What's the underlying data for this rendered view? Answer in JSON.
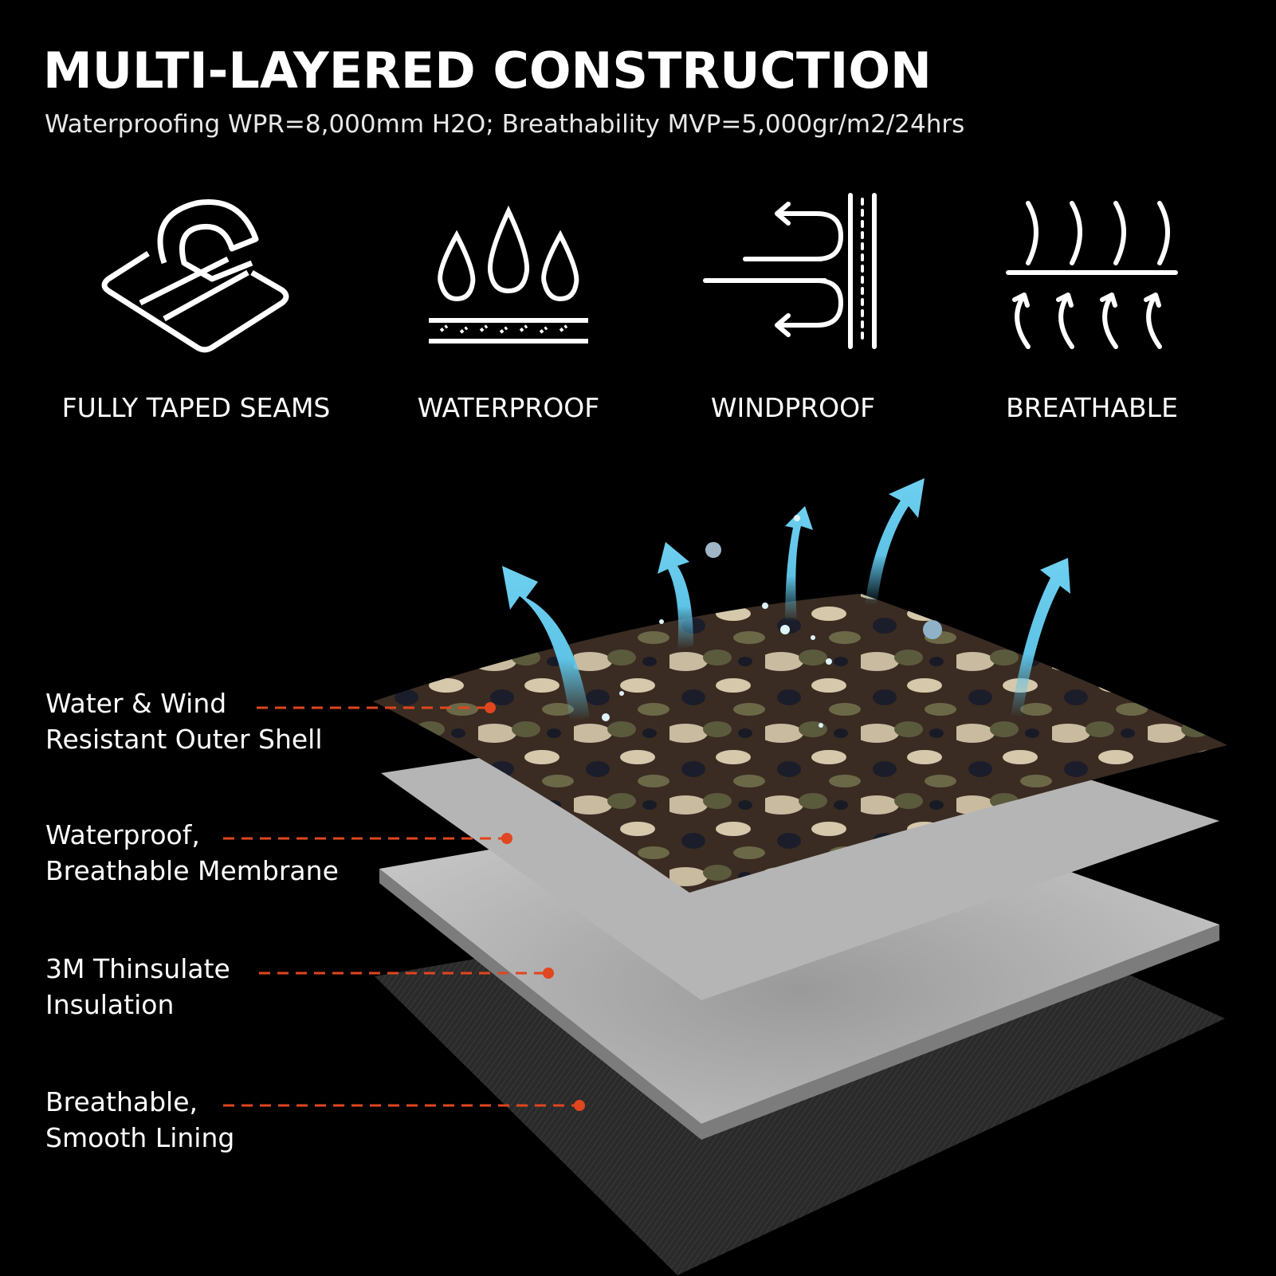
{
  "header": {
    "title": "MULTI-LAYERED CONSTRUCTION",
    "subtitle": "Waterproofing WPR=8,000mm H2O; Breathability MVP=5,000gr/m2/24hrs"
  },
  "features": [
    {
      "icon": "taped-seam-icon",
      "label": "FULLY TAPED SEAMS"
    },
    {
      "icon": "water-drops-icon",
      "label": "WATERPROOF"
    },
    {
      "icon": "wind-wall-icon",
      "label": "WINDPROOF"
    },
    {
      "icon": "heat-vapor-icon",
      "label": "BREATHABLE"
    }
  ],
  "layers": [
    {
      "line1": "Water & Wind",
      "line2": "Resistant Outer Shell"
    },
    {
      "line1": "Waterproof,",
      "line2": "Breathable Membrane"
    },
    {
      "line1": "3M Thinsulate",
      "line2": "Insulation"
    },
    {
      "line1": "Breathable,",
      "line2": "Smooth Lining"
    }
  ],
  "colors": {
    "background": "#000000",
    "leader": "#e0461f",
    "arrow": "#5ec3e6",
    "membrane": "#b9b9b9",
    "insulation": "#a3a3a3",
    "lining": "#2e2e2e"
  }
}
